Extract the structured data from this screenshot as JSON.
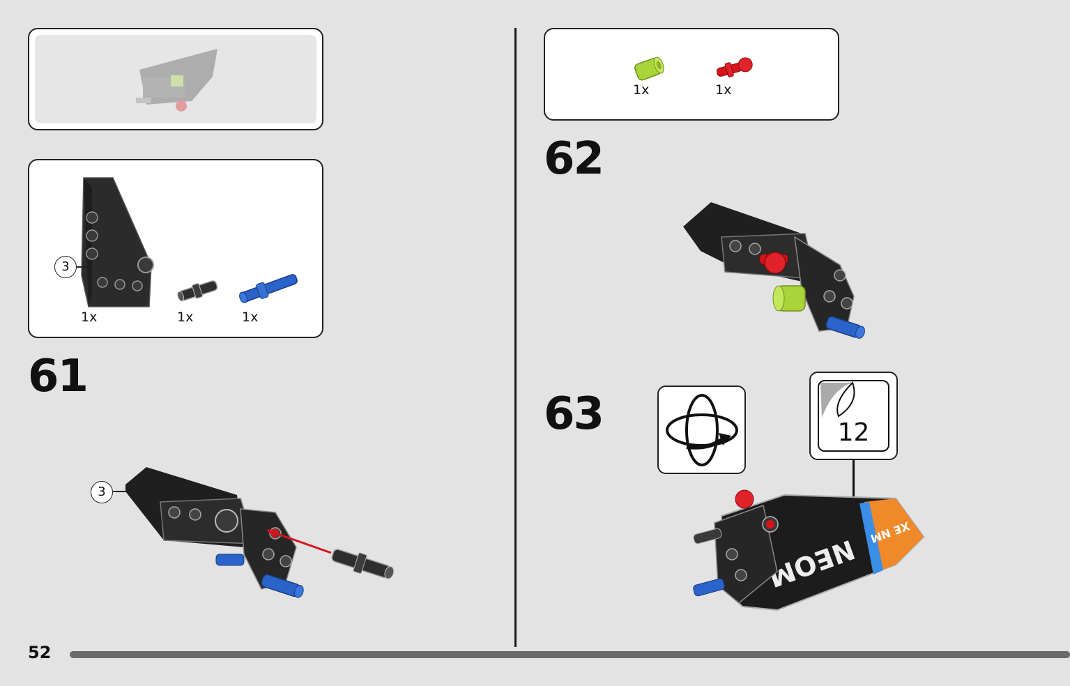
{
  "page": {
    "number": "52",
    "progress_percent": 100
  },
  "preview": {
    "label": ""
  },
  "step61": {
    "number": "61",
    "parts": [
      {
        "icon": "black-panel-icon",
        "qty": "1x"
      },
      {
        "icon": "black-pin-icon",
        "qty": "1x"
      },
      {
        "icon": "blue-pin-icon",
        "qty": "1x"
      }
    ],
    "parts_callout": "3",
    "build_callout": "3"
  },
  "step62": {
    "number": "62",
    "parts": [
      {
        "icon": "lime-bush-icon",
        "qty": "1x"
      },
      {
        "icon": "red-pin-icon",
        "qty": "1x"
      }
    ]
  },
  "step63": {
    "number": "63",
    "rotate_icon": "rotate-icon",
    "sticker_number": "12",
    "sticker_text": "NEOM",
    "sticker_logo": "XE NM"
  },
  "colors": {
    "background": "#e3e3e3",
    "lime": "#a9d43a",
    "red": "#d8141a",
    "blue": "#2a63c9",
    "black": "#222222",
    "orange": "#f0892a"
  }
}
